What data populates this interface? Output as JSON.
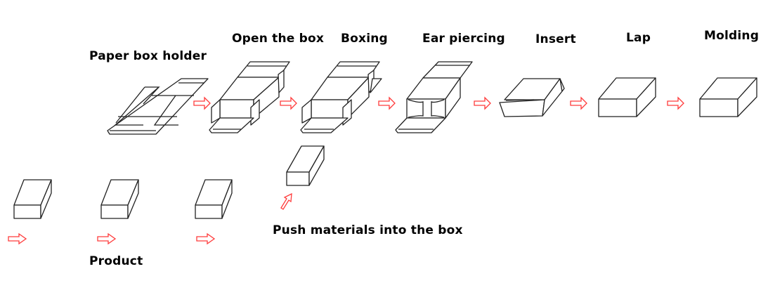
{
  "steps": {
    "paper_box_holder": "Paper box holder",
    "open_the_box": "Open the box",
    "boxing": "Boxing",
    "ear_piercing": "Ear piercing",
    "insert": "Insert",
    "lap": "Lap",
    "molding": "Molding"
  },
  "feed": {
    "push_materials": "Push materials into the box",
    "product": "Product"
  },
  "colors": {
    "arrow": "#ff3b3b",
    "outline": "#222222",
    "text": "#000000"
  },
  "icons": {
    "flow_arrow": "right-hollow-arrow",
    "push_arrow": "diagonal-up-hollow-arrow"
  }
}
